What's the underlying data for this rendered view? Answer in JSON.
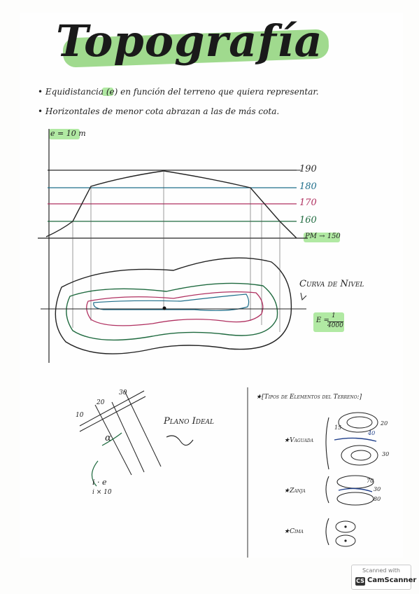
{
  "title": "Topografía",
  "bullets": [
    "Equidistancia (e) en función del terreno que quiera representar.",
    "Horizontales de menor cota abrazan a las de más cota."
  ],
  "equidistance_label": "e = 10 m",
  "levels": [
    {
      "label": "190",
      "color": "#2b2b2b"
    },
    {
      "label": "180",
      "color": "#1f6f8b"
    },
    {
      "label": "170",
      "color": "#b03060"
    },
    {
      "label": "160",
      "color": "#1f6a3f"
    }
  ],
  "pm_label": "PM → 150",
  "curvas_label": "Curva de Nivel",
  "scale_label": "E = 1/4000",
  "scale_num": "1",
  "scale_den": "4000",
  "scale_prefix": "E =",
  "plano": {
    "label": "Plano Ideal",
    "ticks": [
      "10",
      "20",
      "30"
    ],
    "alpha": "α",
    "ie": "i · e",
    "ie2": "i × 10"
  },
  "tipos": {
    "header": "[Tipos de Elementos del Terreno:]",
    "vaguada": "Vaguada",
    "zanja": "Zanja",
    "cima": "Cima",
    "v_labels": [
      "15",
      "20",
      "40",
      "30"
    ],
    "z_labels": [
      "70",
      "30",
      "80"
    ]
  },
  "scanner": {
    "top": "Scanned with",
    "brand": "CamScanner",
    "logo": "CS"
  },
  "colors": {
    "accent": "#8fd47a",
    "ink": "#222222"
  }
}
